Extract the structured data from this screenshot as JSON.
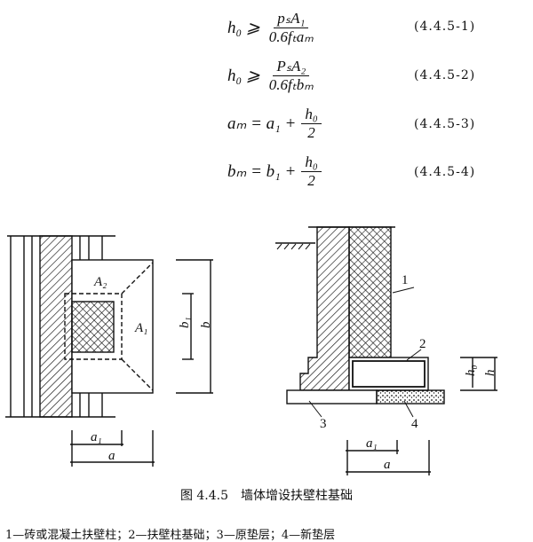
{
  "equations": [
    {
      "lhs": "h₀ ⩾",
      "num": "pₛA₁",
      "den": "0.6fₜaₘ",
      "number": "(4.4.5-1)"
    },
    {
      "lhs": "h₀ ⩾",
      "num": "PₛA₂",
      "den": "0.6fₜbₘ",
      "number": "(4.4.5-2)"
    },
    {
      "lhs": "aₘ = a₁ +",
      "num": "h₀",
      "den": "2",
      "number": "(4.4.5-3)"
    },
    {
      "lhs": "bₘ = b₁ +",
      "num": "h₀",
      "den": "2",
      "number": "(4.4.5-4)"
    }
  ],
  "plan": {
    "A2": "A₂",
    "A1": "A₁",
    "b1": "b₁",
    "b": "b",
    "a1": "a₁",
    "a": "a"
  },
  "section": {
    "l1": "1",
    "l2": "2",
    "l3": "3",
    "l4": "4",
    "h0": "h₀",
    "h": "h",
    "a1": "a₁",
    "a": "a"
  },
  "figure": {
    "caption": "图 4.4.5　墙体增设扶壁柱基础",
    "legend": "1—砖或混凝土扶壁柱；2—扶壁柱基础；3—原垫层；4—新垫层"
  }
}
